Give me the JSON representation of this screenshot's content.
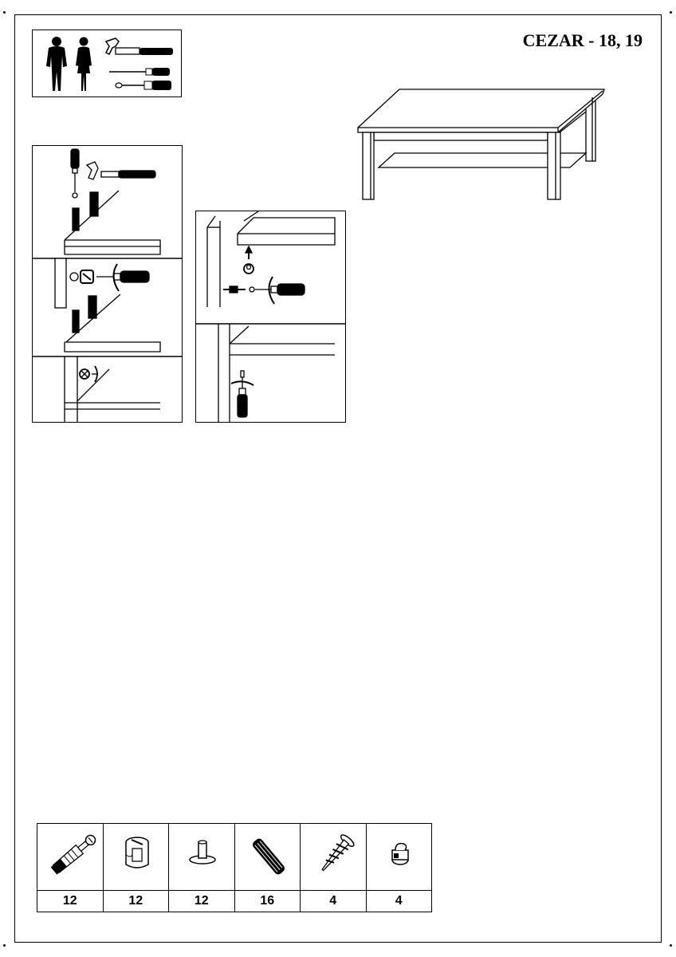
{
  "document": {
    "title": "CEZAR - 18, 19"
  },
  "tools": {
    "icons": [
      "person-silhouette-icon",
      "person-silhouette-icon",
      "hammer-icon",
      "screwdriver-icon",
      "screwdriver-icon"
    ]
  },
  "hardware": [
    {
      "icon": "connector-bolt-icon",
      "quantity": "12"
    },
    {
      "icon": "cam-lock-icon",
      "quantity": "12"
    },
    {
      "icon": "cam-pin-icon",
      "quantity": "12"
    },
    {
      "icon": "wood-dowel-icon",
      "quantity": "16"
    },
    {
      "icon": "screw-icon",
      "quantity": "4"
    },
    {
      "icon": "shelf-support-icon",
      "quantity": "4"
    }
  ]
}
